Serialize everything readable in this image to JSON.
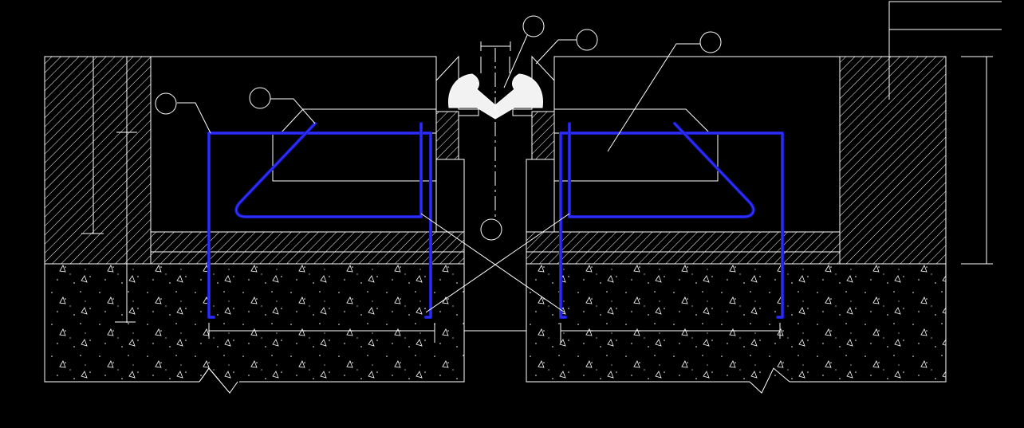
{
  "diagram": {
    "kind": "expansion-joint-section",
    "colors": {
      "background": "#000000",
      "linework": "#ffffff",
      "rebar": "#1c1cd6",
      "rebar_outline": "#3a3aff",
      "seal": "#ffffff"
    },
    "callouts": [
      {
        "id": "callout-1",
        "label": ""
      },
      {
        "id": "callout-2",
        "label": ""
      },
      {
        "id": "callout-3",
        "label": ""
      },
      {
        "id": "callout-4",
        "label": ""
      },
      {
        "id": "callout-5",
        "label": ""
      },
      {
        "id": "callout-6",
        "label": ""
      }
    ],
    "dimensions": [
      {
        "id": "dim-gap-top",
        "text": ""
      },
      {
        "id": "dim-gap-bottom",
        "text": ""
      },
      {
        "id": "dim-height-right",
        "text": ""
      },
      {
        "id": "dim-height-left",
        "text": ""
      }
    ]
  }
}
